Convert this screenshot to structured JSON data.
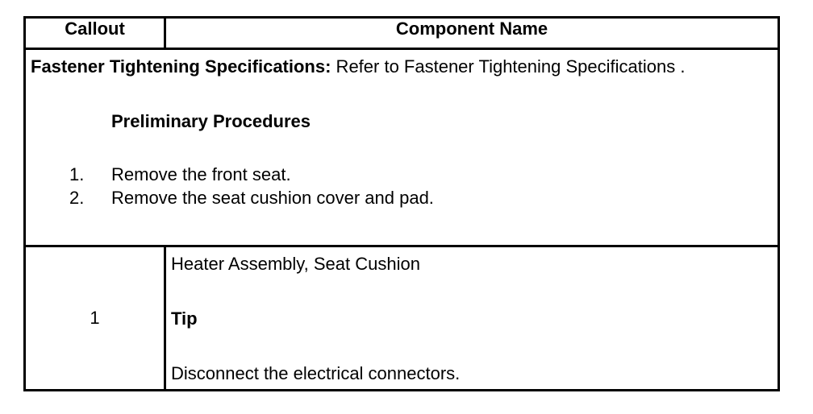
{
  "header": {
    "callout": "Callout",
    "component_name": "Component Name"
  },
  "intro": {
    "fastener_label": "Fastener Tightening Specifications:",
    "fastener_text": " Refer to Fastener Tightening Specifications .",
    "preliminary_title": "Preliminary Procedures",
    "steps": [
      {
        "num": "1.",
        "text": "Remove the front seat."
      },
      {
        "num": "2.",
        "text": "Remove the seat cushion cover and pad."
      }
    ]
  },
  "rows": [
    {
      "callout": "1",
      "component": "Heater Assembly, Seat Cushion",
      "tip_label": "Tip",
      "tip_text": "Disconnect the electrical connectors."
    }
  ]
}
